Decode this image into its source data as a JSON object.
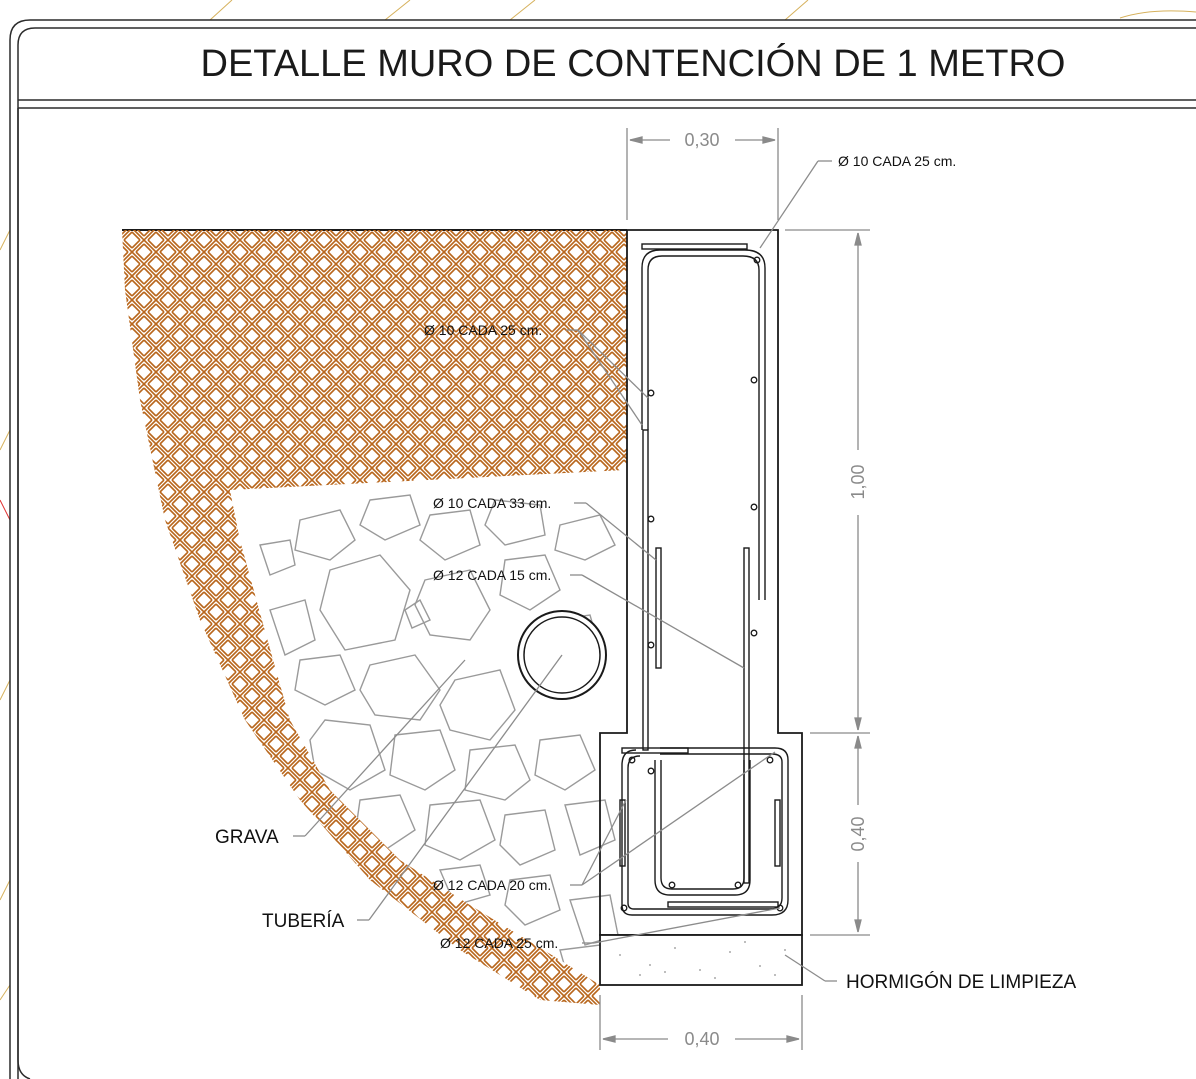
{
  "title": "DETALLE MURO DE CONTENCIÓN DE 1 METRO",
  "colors": {
    "frame": "#2b2b2b",
    "soil_hatch": "#b8661c",
    "gravel": "#9a9a9a",
    "rebar": "#1a1a1a",
    "dimension": "#8a8a8a",
    "leader": "#8c8c8c"
  },
  "dimensions": {
    "wall_thickness": "0,30",
    "wall_height": "1,00",
    "footing_height": "0,40",
    "footing_width": "0,40"
  },
  "rebar_labels": {
    "top_bar": "Ø 10 CADA 25 cm.",
    "wall_horizontal": "Ø 10 CADA 25 cm.",
    "wall_vertical_upper": "Ø 10 CADA 33 cm.",
    "wall_vertical_lower": "Ø 12 CADA 15 cm.",
    "footing_top": "Ø 12 CADA 20 cm.",
    "footing_bottom": "Ø 12 CADA 25 cm."
  },
  "material_labels": {
    "gravel": "GRAVA",
    "pipe": "TUBERÍA",
    "lean_concrete": "HORMIGÓN DE LIMPIEZA"
  }
}
